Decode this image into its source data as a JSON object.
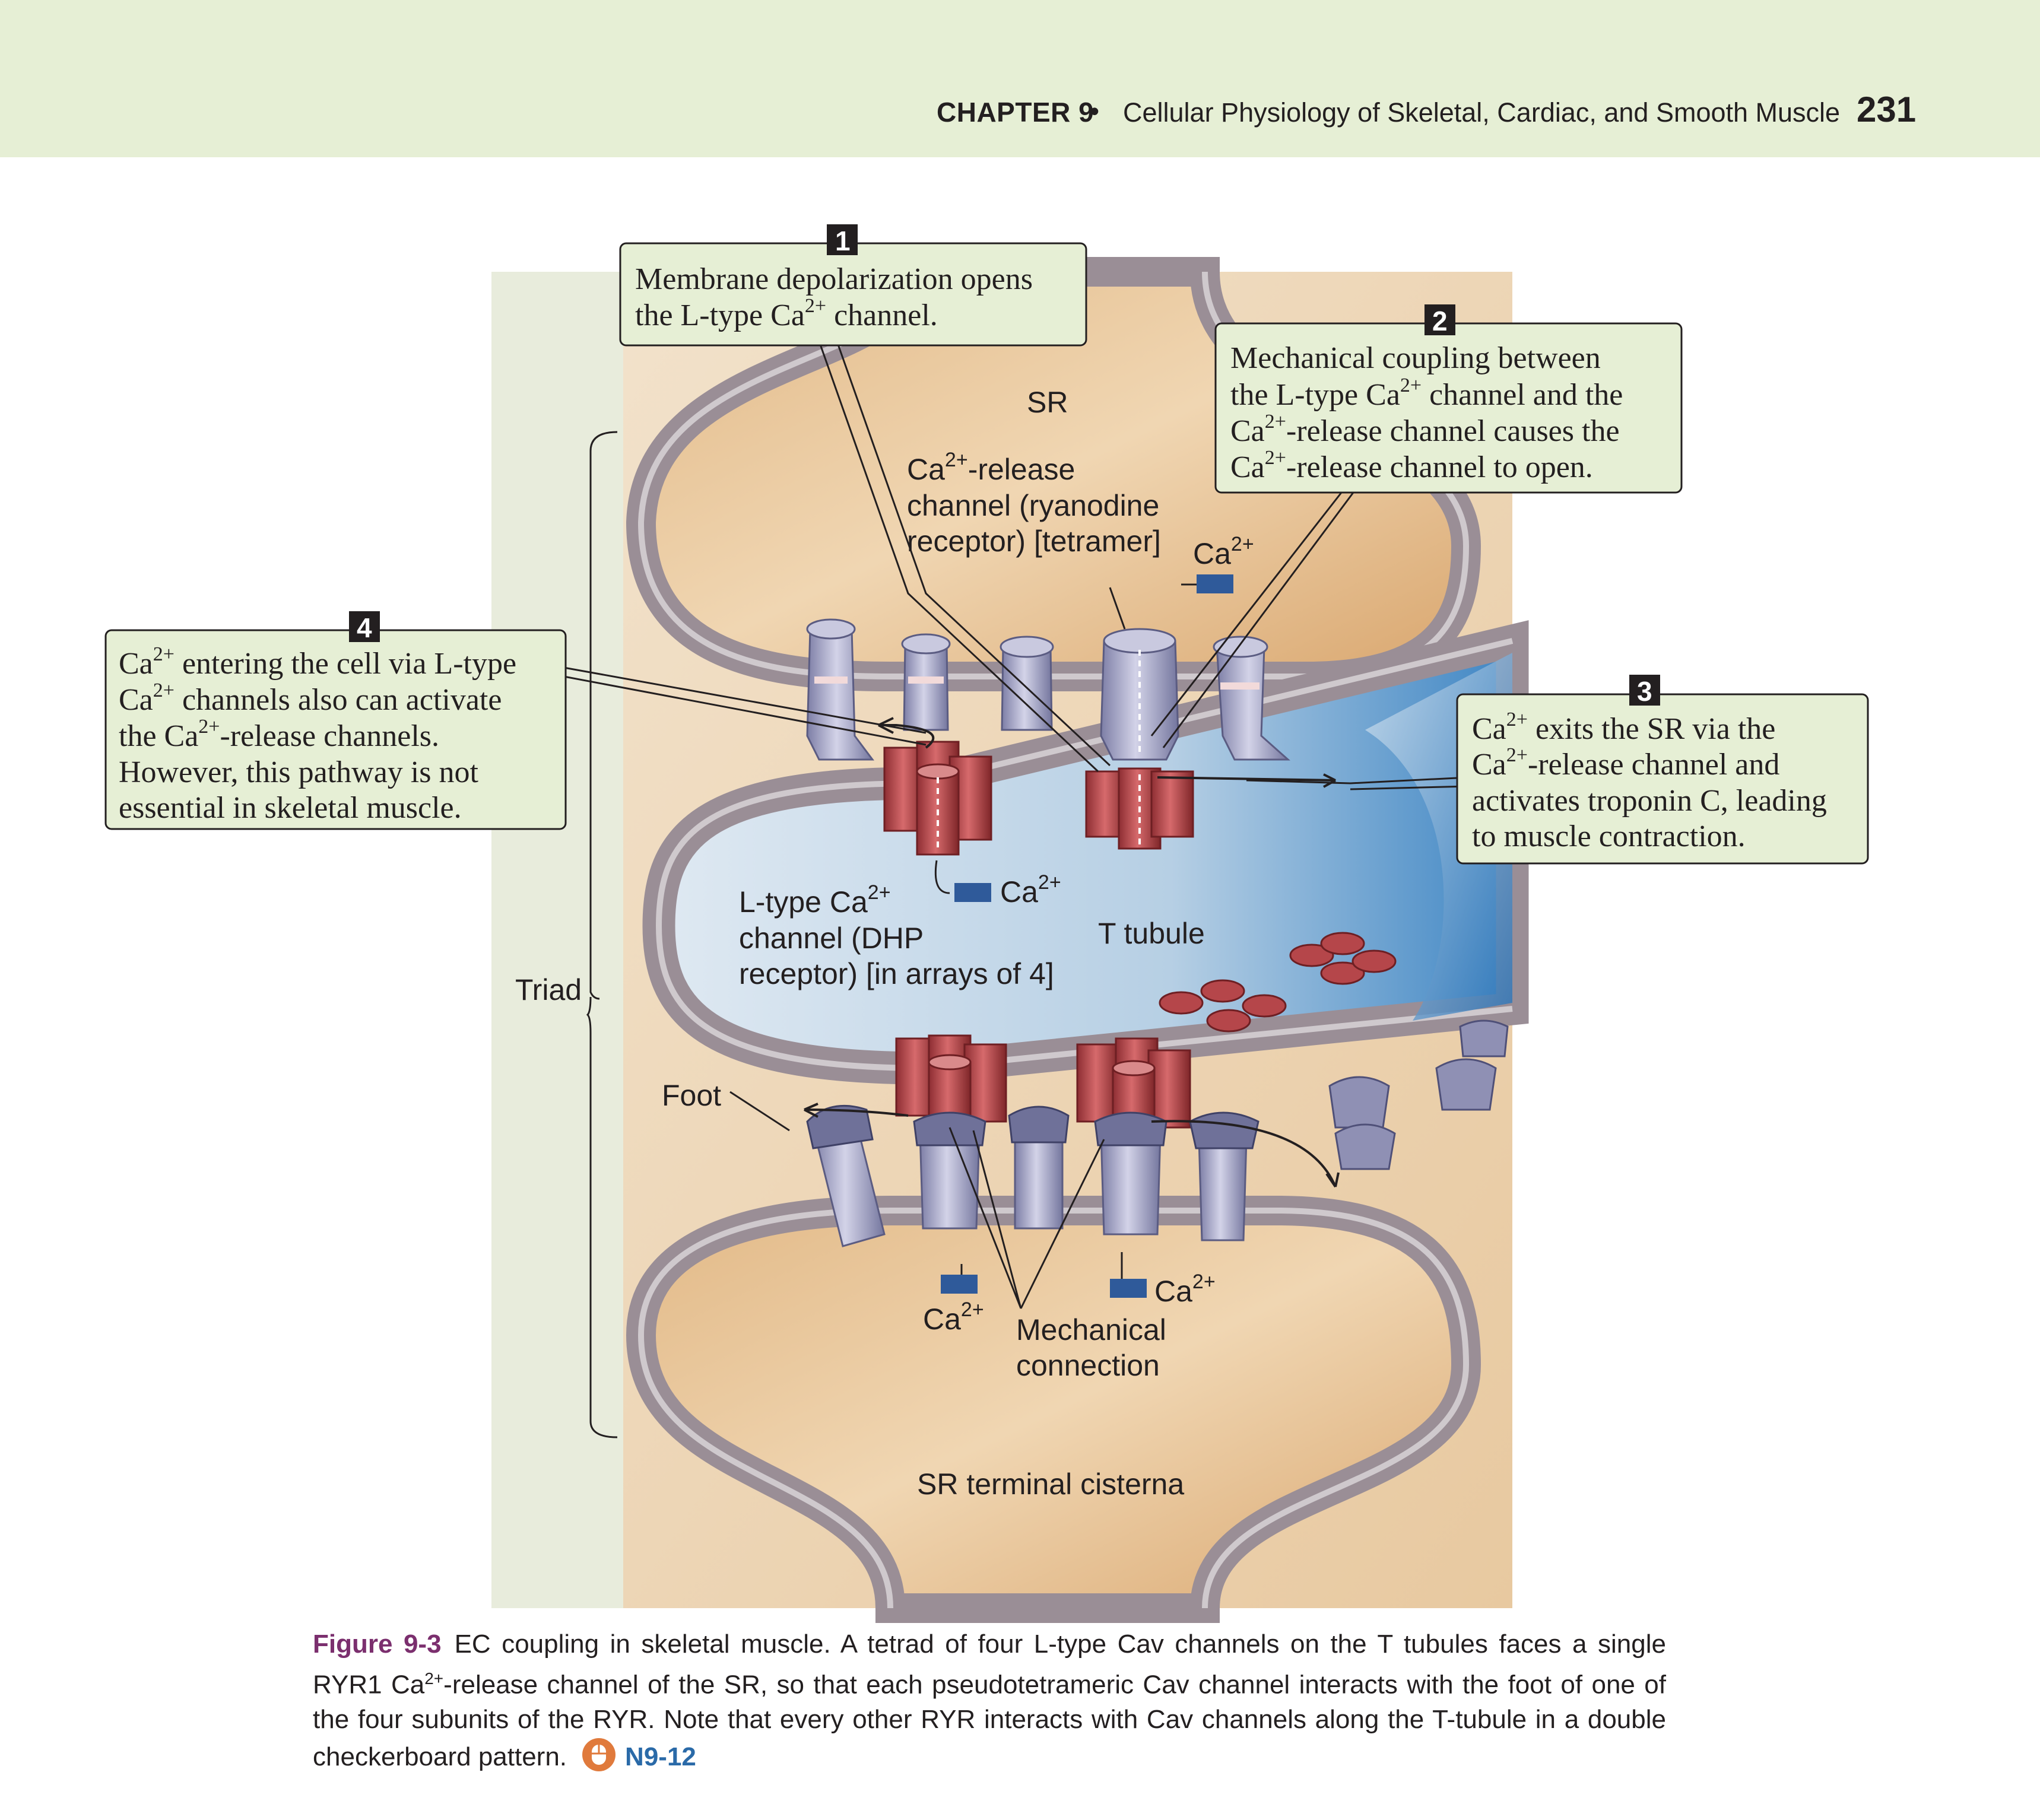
{
  "header": {
    "chapter": "CHAPTER 9",
    "bullet": "•",
    "subtitle": "Cellular Physiology of Skeletal, Cardiac, and Smooth Muscle",
    "page_number": "231"
  },
  "labels": {
    "sr": "SR",
    "release_channel": {
      "line1a": "Ca",
      "line1sup": "2+",
      "line1b": "-release",
      "line2": "channel (ryanodine",
      "line3": "receptor) [tetramer]"
    },
    "ca_top": {
      "base": "Ca",
      "sup": "2+"
    },
    "ltype": {
      "line1a": "L-type Ca",
      "line1sup": "2+",
      "line2": "channel (DHP",
      "line3": "receptor) [in arrays of 4]"
    },
    "ca_mid": {
      "base": "Ca",
      "sup": "2+"
    },
    "t_tubule": "T tubule",
    "triad": "Triad",
    "foot": "Foot",
    "ca_bottom_left": {
      "base": "Ca",
      "sup": "2+"
    },
    "ca_bottom_right": {
      "base": "Ca",
      "sup": "2+"
    },
    "mechanical": {
      "line1": "Mechanical",
      "line2": "connection"
    },
    "sr_cisterna": "SR terminal cisterna"
  },
  "steps": [
    {
      "number": "1",
      "line1": "Membrane depolarization opens",
      "line2a": "the L-type Ca",
      "line2sup": "2+",
      "line2b": " channel."
    },
    {
      "number": "2",
      "line1": "Mechanical coupling between",
      "line2a": "the L-type Ca",
      "line2sup": "2+",
      "line2b": " channel and the",
      "line3a": "Ca",
      "line3sup": "2+",
      "line3b": "-release channel causes the",
      "line4a": "Ca",
      "line4sup": "2+",
      "line4b": "-release channel to open."
    },
    {
      "number": "3",
      "line1a": "Ca",
      "line1sup": "2+",
      "line1b": " exits the SR via the",
      "line2a": "Ca",
      "line2sup": "2+",
      "line2b": "-release channel and",
      "line3": "activates troponin C, leading",
      "line4": "to muscle contraction."
    },
    {
      "number": "4",
      "line1a": "Ca",
      "line1sup": "2+",
      "line1b": " entering the cell via L-type",
      "line2a": "Ca",
      "line2sup": "2+",
      "line2b": " channels also can activate",
      "line3a": "the Ca",
      "line3sup": "2+",
      "line3b": "-release channels.",
      "line4": "However, this pathway is not",
      "line5": "essential in skeletal muscle."
    }
  ],
  "caption": {
    "label": "Figure 9-3",
    "text_a": "EC coupling in skeletal muscle. A tetrad of four L-type Cav channels on the T tubules faces a single RYR1 Ca",
    "text_sup": "2+",
    "text_b": "-release channel of the SR, so that each pseudotetrameric Cav channel interacts with the foot of one of the four subunits of the RYR. Note that every other RYR interacts with Cav channels along the T-tubule in a double checkerboard pattern.",
    "link": "N9-12",
    "icon": "mouse-icon"
  },
  "colors": {
    "header_bg": "#e6efd5",
    "panel_bg": "#e8ecdc",
    "sr_fill": "#e9c89c",
    "membrane": "#9a8e96",
    "t_tubule": "#b5cfe2",
    "dhp_red": "#b5464a",
    "ryr_lavender": "#a9a9c9",
    "ca_ion": "#2f5a9a",
    "callout_bg": "#e6efd5",
    "caption_label": "#7b2f6e",
    "link_blue": "#2a6aa8"
  }
}
